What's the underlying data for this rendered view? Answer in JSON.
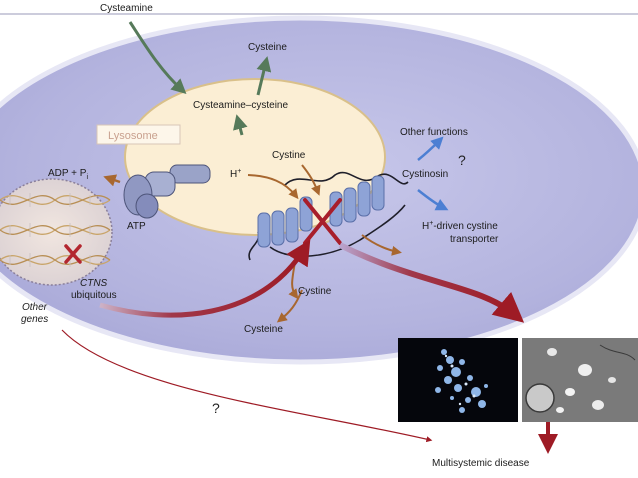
{
  "labels": {
    "cysteamine": "Cysteamine",
    "cysteine_top": "Cysteine",
    "cysteamine_cysteine": "Cysteamine–cysteine",
    "lysosome": "Lysosome",
    "cystine_inside": "Cystine",
    "h_plus": "H",
    "h_plus_sup": "+",
    "adp": "ADP + P",
    "adp_sub": "i",
    "atp": "ATP",
    "other_functions": "Other functions",
    "question_right": "?",
    "cystinosin": "Cystinosin",
    "h_driven_line1_prefix": "H",
    "h_driven_line1_sup": "+",
    "h_driven_line1_suffix": "-driven cystine",
    "h_driven_line2": "transporter",
    "ctns": "CTNS",
    "ubiquitous": "ubiquitous",
    "other": "Other",
    "genes": "genes",
    "cystine_outside": "Cystine",
    "cysteine_bottom": "Cysteine",
    "question_bottom": "?",
    "multisystemic_disease": "Multisystemic disease"
  },
  "colors": {
    "cell_fill": "#b9b9e1",
    "cell_edge": "#e9e9f6",
    "lysosome_fill": "#fbeed4",
    "lysosome_edge": "#d9c08a",
    "membrane_protein": "#8ea3d6",
    "red_arrow": "#9e1b25",
    "blue_arrow": "#4c7fd3",
    "brown_arrow": "#a8672f",
    "green_arrow": "#567a5a"
  }
}
